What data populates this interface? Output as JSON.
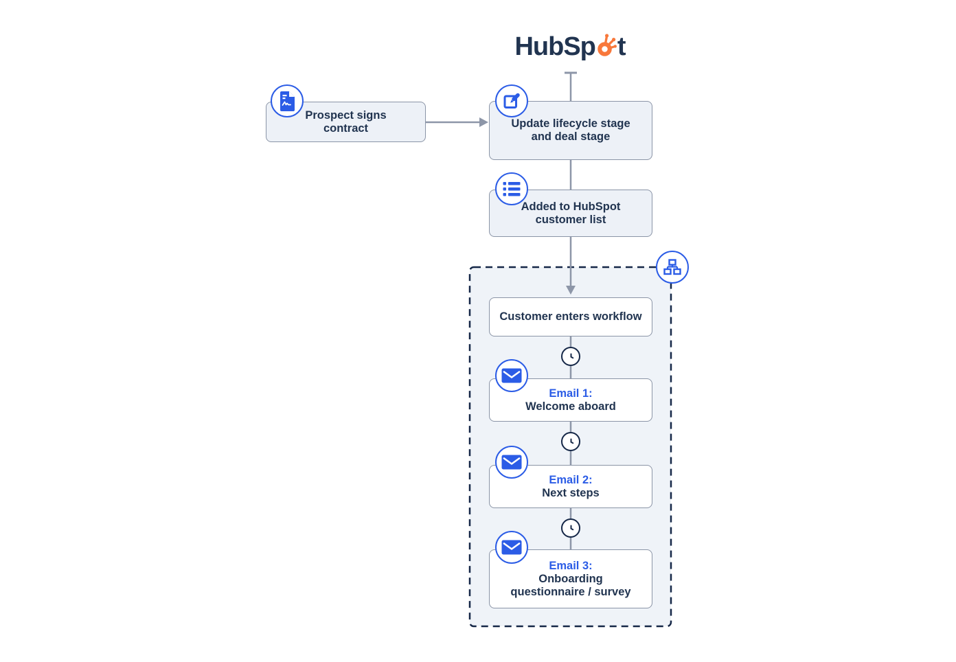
{
  "logo": {
    "text_left": "HubSp",
    "text_right": "t",
    "alt": "HubSpot",
    "sprocket_icon": "hubspot-sprocket-icon"
  },
  "colors": {
    "blue": "#2b5ce6",
    "navy_text": "#213450",
    "dark_navy": "#152747",
    "orange": "#f8783b",
    "box_fill": "#edf1f7",
    "box_border": "#8a94a6",
    "container_fill": "#eff3f8",
    "connector_gray": "#8d96a8",
    "white": "#ffffff"
  },
  "nodes": {
    "prospect": {
      "label": "Prospect signs\ncontract",
      "icon": "contract-document-icon"
    },
    "update": {
      "label": "Update lifecycle stage\nand deal stage",
      "icon": "edit-pencil-icon"
    },
    "added": {
      "label": "Added to HubSpot\ncustomer list",
      "icon": "list-icon"
    },
    "customer": {
      "label": "Customer enters workflow"
    },
    "email1": {
      "title": "Email 1:",
      "subtitle": "Welcome aboard",
      "icon": "envelope-icon"
    },
    "email2": {
      "title": "Email 2:",
      "subtitle": "Next steps",
      "icon": "envelope-icon"
    },
    "email3": {
      "title": "Email 3:",
      "subtitle": "Onboarding\nquestionnaire / survey",
      "icon": "envelope-icon"
    }
  },
  "workflow_container": {
    "icon": "sitemap-icon",
    "delay_icon": "clock-icon"
  }
}
